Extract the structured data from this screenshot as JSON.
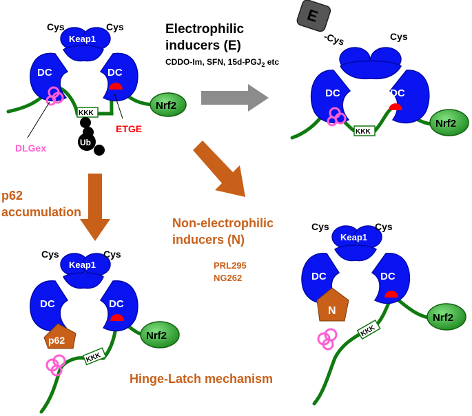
{
  "colors": {
    "keap1_blue": "#0a14f0",
    "nrf2_green": "#2a9a2a",
    "chain_green": "#107a10",
    "dlgex_pink": "#ff5fd2",
    "etge_red": "#ff0000",
    "inducer_orange": "#c8601a",
    "arrow_gray": "#8c8c8c",
    "ub_black": "#000000"
  },
  "labels": {
    "cys": "Cys",
    "keap1": "Keap1",
    "dc": "DC",
    "nrf2": "Nrf2",
    "kkk": "KKK",
    "ub": "Ub",
    "etge": "ETGE",
    "dlgex": "DLGex",
    "e_block": "E",
    "e_cys": "-Cys",
    "p62": "p62",
    "n_block": "N"
  },
  "electrophilic": {
    "title_line1": "Electrophilic",
    "title_line2": "inducers (E)",
    "examples_main": "CDDO-Im, SFN, 15d-PGJ",
    "examples_sub": "2",
    "examples_tail": " etc"
  },
  "p62_path": {
    "line1": "p62",
    "line2": "accumulation"
  },
  "non_electrophilic": {
    "line1": "Non-electrophilic",
    "line2": "inducers (N)",
    "compound1": "PRL295",
    "compound2": "NG262"
  },
  "mechanism": "Hinge-Latch mechanism",
  "icons": [
    "gray-right-arrow-icon",
    "orange-down-arrow-icon",
    "orange-diagonal-arrow-icon"
  ]
}
